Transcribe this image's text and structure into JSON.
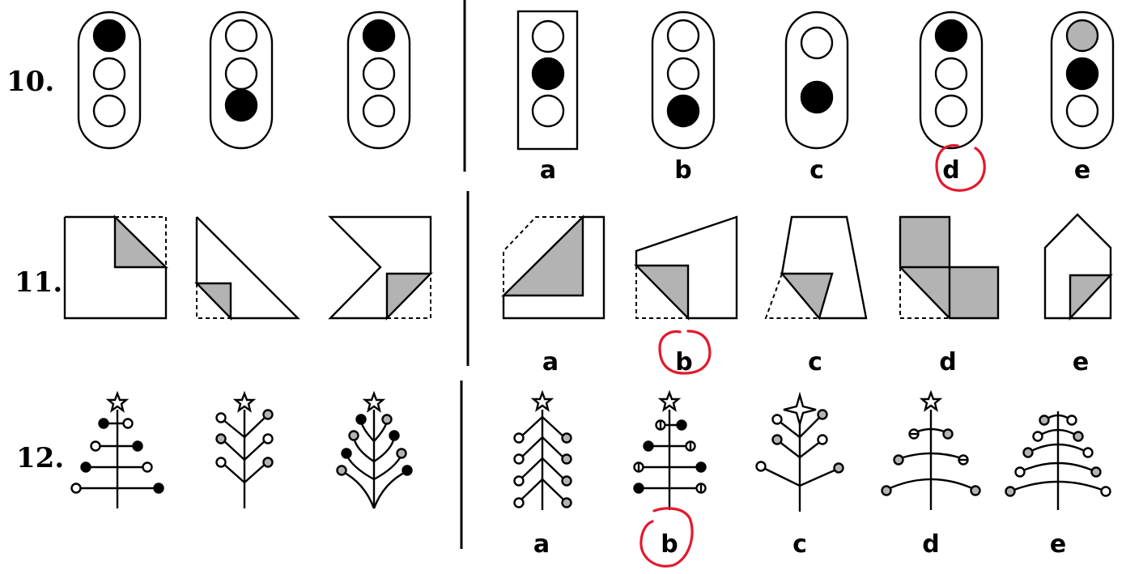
{
  "questions": [
    {
      "number": "10.",
      "options": [
        "a",
        "b",
        "c",
        "d",
        "e"
      ],
      "marked_option": "d"
    },
    {
      "number": "11.",
      "options": [
        "a",
        "b",
        "c",
        "d",
        "e"
      ],
      "marked_option": "b"
    },
    {
      "number": "12.",
      "options": [
        "a",
        "b",
        "c",
        "d",
        "e"
      ],
      "marked_option": "b"
    }
  ],
  "colors": {
    "ink": "#000000",
    "fill_gray": "#b3b3b3",
    "answer_mark": "#e3192b"
  }
}
